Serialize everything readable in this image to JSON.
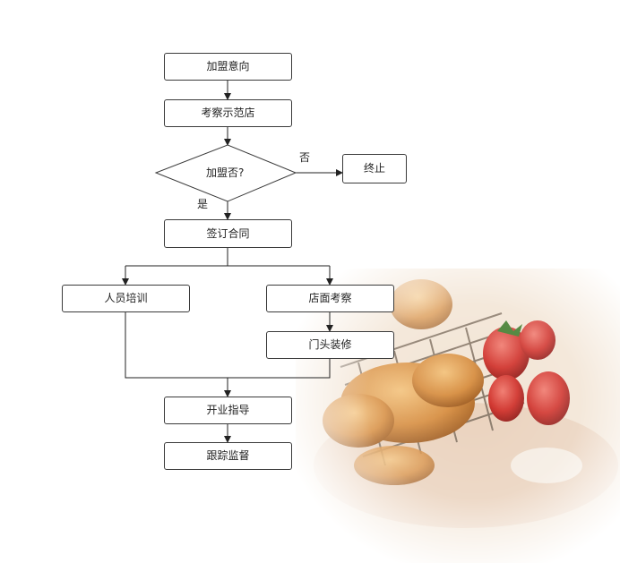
{
  "flowchart": {
    "start": "加盟意向",
    "visit": "考察示范店",
    "decision": "加盟否?",
    "no_label": "否",
    "yes_label": "是",
    "end_no": "终止",
    "contract": "签订合同",
    "training": "人员培训",
    "survey": "店面考察",
    "decoration": "门头装修",
    "opening": "开业指导",
    "supervision": "跟踪监督"
  },
  "decor": {
    "photo": "croissant-and-strawberries-photo"
  }
}
